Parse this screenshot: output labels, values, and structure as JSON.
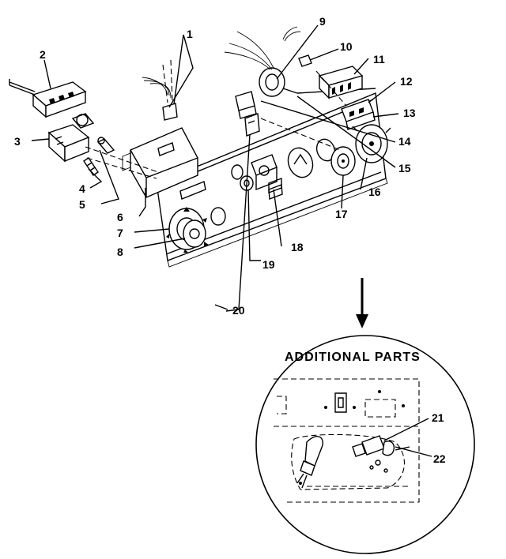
{
  "labels": [
    "1",
    "2",
    "3",
    "4",
    "5",
    "6",
    "7",
    "8",
    "9",
    "10",
    "11",
    "12",
    "13",
    "14",
    "15",
    "16",
    "17",
    "18",
    "19",
    "20",
    "21",
    "22"
  ],
  "inset": {
    "heading": "ADDITIONAL PARTS"
  }
}
